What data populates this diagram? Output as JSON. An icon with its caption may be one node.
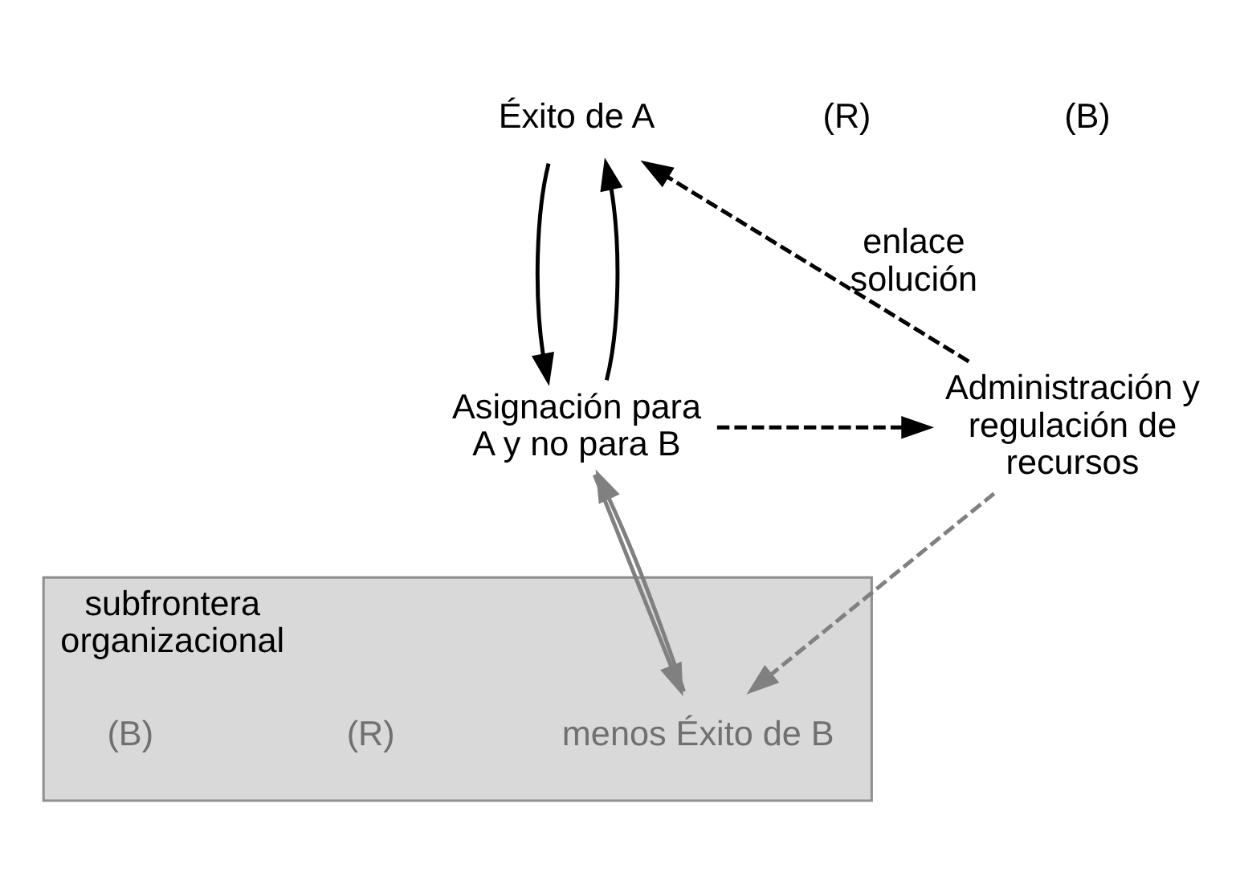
{
  "diagram": {
    "nodes": [
      {
        "text": [
          "Éxito de A"
        ]
      },
      {
        "text": [
          "Asignación para A y no para B"
        ]
      },
      {
        "text": [
          "Administración y regulación de recursos"
        ]
      },
      {
        "text": [
          "subfrontera organizacional"
        ]
      },
      {
        "text": [
          "menos Éxito de B"
        ],
        "in": 3
      }
    ],
    "edges": [
      {
        "from": 0,
        "to": 1,
        "arrow": "to"
      },
      {
        "from": 1,
        "to": 0,
        "arrow": "to"
      },
      {
        "from": 2,
        "to": 0,
        "arrow": "to",
        "style": "dashed",
        "label": "enlace solución"
      },
      {
        "from": 1,
        "to": 2,
        "arrow": "to",
        "style": "dashed"
      },
      {
        "from": 1,
        "to": 4,
        "arrow": "to",
        "color": "#808080"
      },
      {
        "from": 4,
        "to": 1,
        "arrow": "to",
        "color": "#808080"
      },
      {
        "from": 2,
        "to": 4,
        "arrow": "to",
        "style": "dashed",
        "color": "#808080"
      }
    ],
    "labels": [
      "(R)",
      "(B)",
      "(R)",
      "(B)"
    ]
  }
}
